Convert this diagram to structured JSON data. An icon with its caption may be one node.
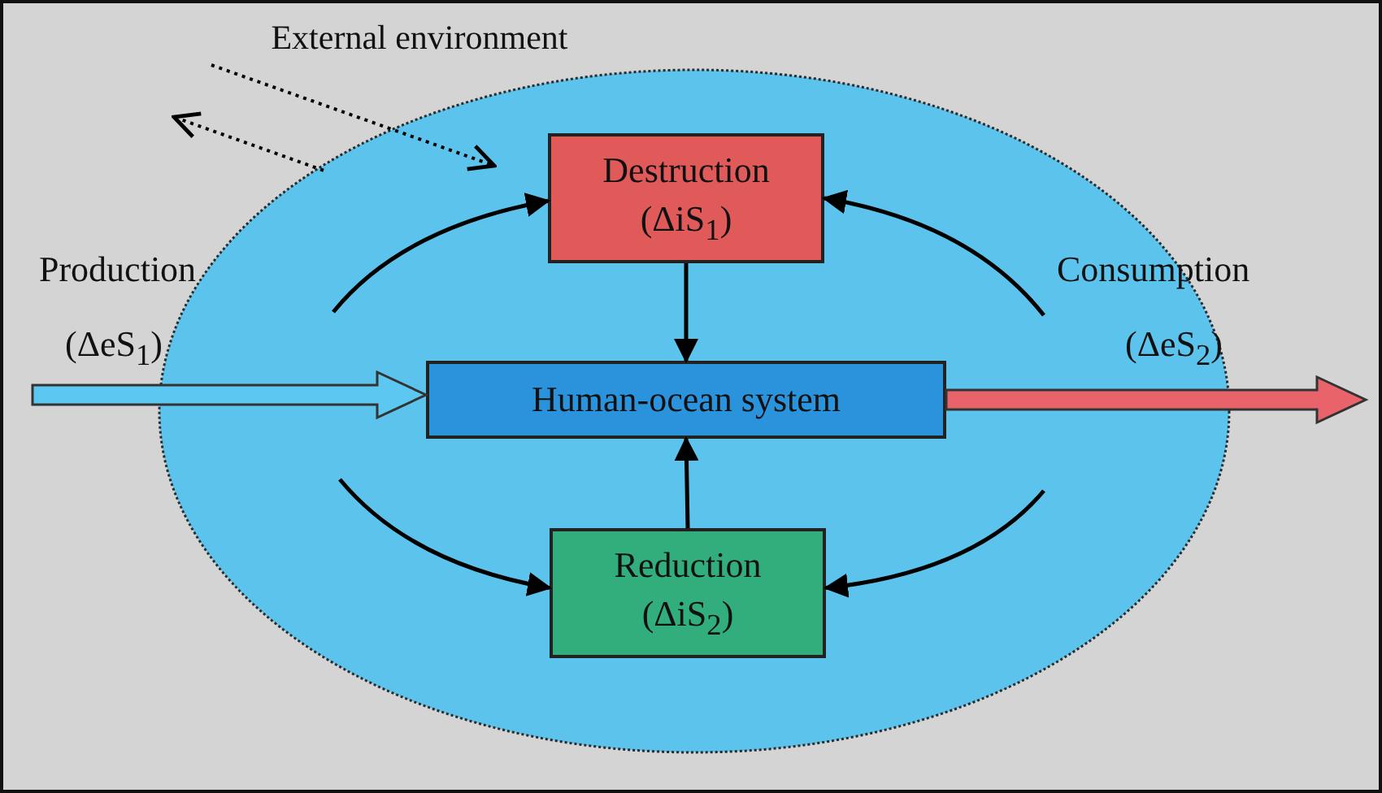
{
  "diagram": {
    "nodes": [
      {
        "text": [],
        "shape": "ellipse"
      },
      {
        "text": [
          "Destruction",
          "(ΔiS$_{1}$)"
        ],
        "in": 0
      },
      {
        "text": [
          "Human-ocean system"
        ],
        "in": 0
      },
      {
        "text": [
          "Reduction",
          "(ΔiS$_{2}$)"
        ],
        "in": 0
      },
      {
        "text": [
          "External environment"
        ]
      }
    ],
    "edges": [
      {
        "from": null,
        "to": 2,
        "arrow": "to",
        "style": "thick",
        "color": "#5cc8f2"
      },
      {
        "from": 2,
        "to": null,
        "arrow": "to",
        "style": "thick",
        "color": "#e8646a"
      },
      {
        "from": 1,
        "to": 2,
        "arrow": "to"
      },
      {
        "from": 3,
        "to": 2,
        "arrow": "to"
      },
      {
        "from": null,
        "to": 1,
        "arrow": "to"
      },
      {
        "from": null,
        "to": 1,
        "arrow": "to"
      },
      {
        "from": null,
        "to": 3,
        "arrow": "to"
      },
      {
        "from": null,
        "to": 3,
        "arrow": "to"
      },
      {
        "from": 4,
        "to": null,
        "arrow": "to",
        "style": "dashed"
      },
      {
        "from": 0,
        "to": null,
        "arrow": "to",
        "style": "dashed"
      }
    ],
    "labels": [
      "Production",
      "(ΔeS$_{1}$)",
      "Consumption",
      "(ΔeS$_{2}$)"
    ]
  }
}
